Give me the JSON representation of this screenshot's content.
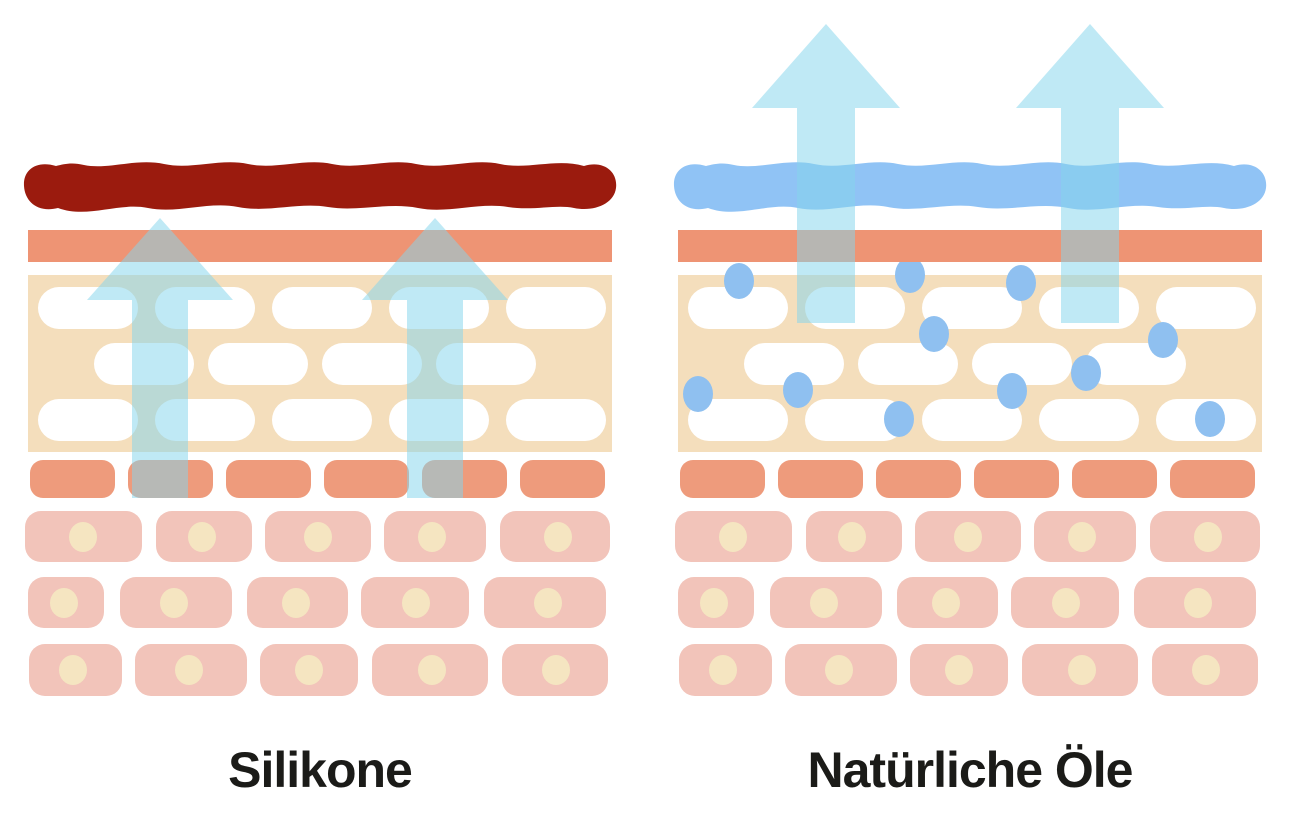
{
  "diagram": {
    "kind": "skin cross-section comparison",
    "panels": {
      "left": {
        "label": "Silikone"
      },
      "right": {
        "label": "Natürliche Öle"
      }
    }
  },
  "colors": {
    "film_silicone": "#9B1B0E",
    "film_oil": "#90C3F5",
    "skin_strip": "#EE9474",
    "stratum_bg": "#F4DEBC",
    "corneocyte": "#FFFFFF",
    "granular": "#EE9B7C",
    "basal": "#F2C4BA",
    "nucleus": "#F5E5C1",
    "arrow": "#84D4EC",
    "droplet": "#8FC0F0",
    "label": "#1B1B18",
    "background": "#FFFFFF"
  }
}
